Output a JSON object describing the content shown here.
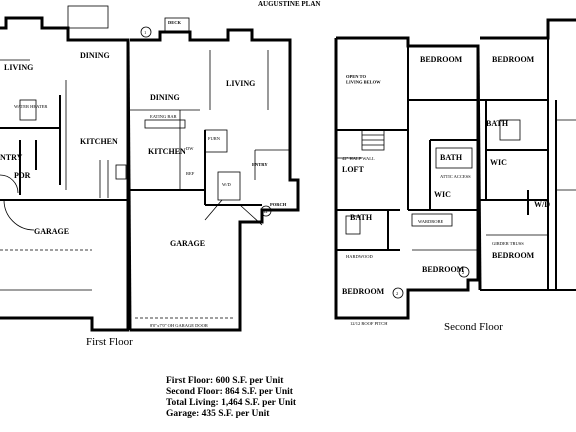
{
  "title": "AUGUSTINE PLAN",
  "first_floor": {
    "caption": "First  Floor",
    "rooms": {
      "living_left": "LIVING",
      "dining_left": "DINING",
      "kitchen_left": "KITCHEN",
      "entry_left": "NTRY",
      "pdr": "PDR",
      "garage_left": "GARAGE",
      "deck": "DECK",
      "dining": "DINING",
      "living": "LIVING",
      "kitchen": "KITCHEN",
      "entry": "ENTRY",
      "porch": "PORCH",
      "garage": "GARAGE"
    },
    "unit_markers": [
      "1",
      "12"
    ],
    "notes": [
      "WATER HEATER",
      "EATING BAR",
      "FURN",
      "DW",
      "REF",
      "W/D",
      "8'0\"x7'0\" OH GARAGE DOOR"
    ]
  },
  "second_floor": {
    "caption": "Second Floor",
    "rooms": {
      "bedroom_1": "BEDROOM",
      "bedroom_2": "BEDROOM",
      "open_to_living": "OPEN TO\nLIVING BELOW",
      "bath_top": "BATH",
      "bath_mid": "BATH",
      "wic_top": "WIC",
      "loft": "LOFT",
      "wic": "WIC",
      "bath_left": "BATH",
      "wd": "W/D",
      "bedroom_3": "BEDROOM",
      "bedroom_4": "BEDROOM",
      "bedroom_5": "BEDROOM"
    },
    "unit_markers": [
      "2",
      "2"
    ],
    "notes": [
      "42\" HALF WALL",
      "ATTIC ACCESS",
      "GIRDER TRUSS",
      "HARDWOOD",
      "WARDROBE",
      "12/12 ROOF PITCH"
    ]
  },
  "summary": [
    "First Floor: 600 S.F. per Unit",
    "Second Floor: 864 S.F. per Unit",
    "Total Living: 1,464 S.F. per Unit",
    "Garage: 435 S.F. per Unit"
  ]
}
